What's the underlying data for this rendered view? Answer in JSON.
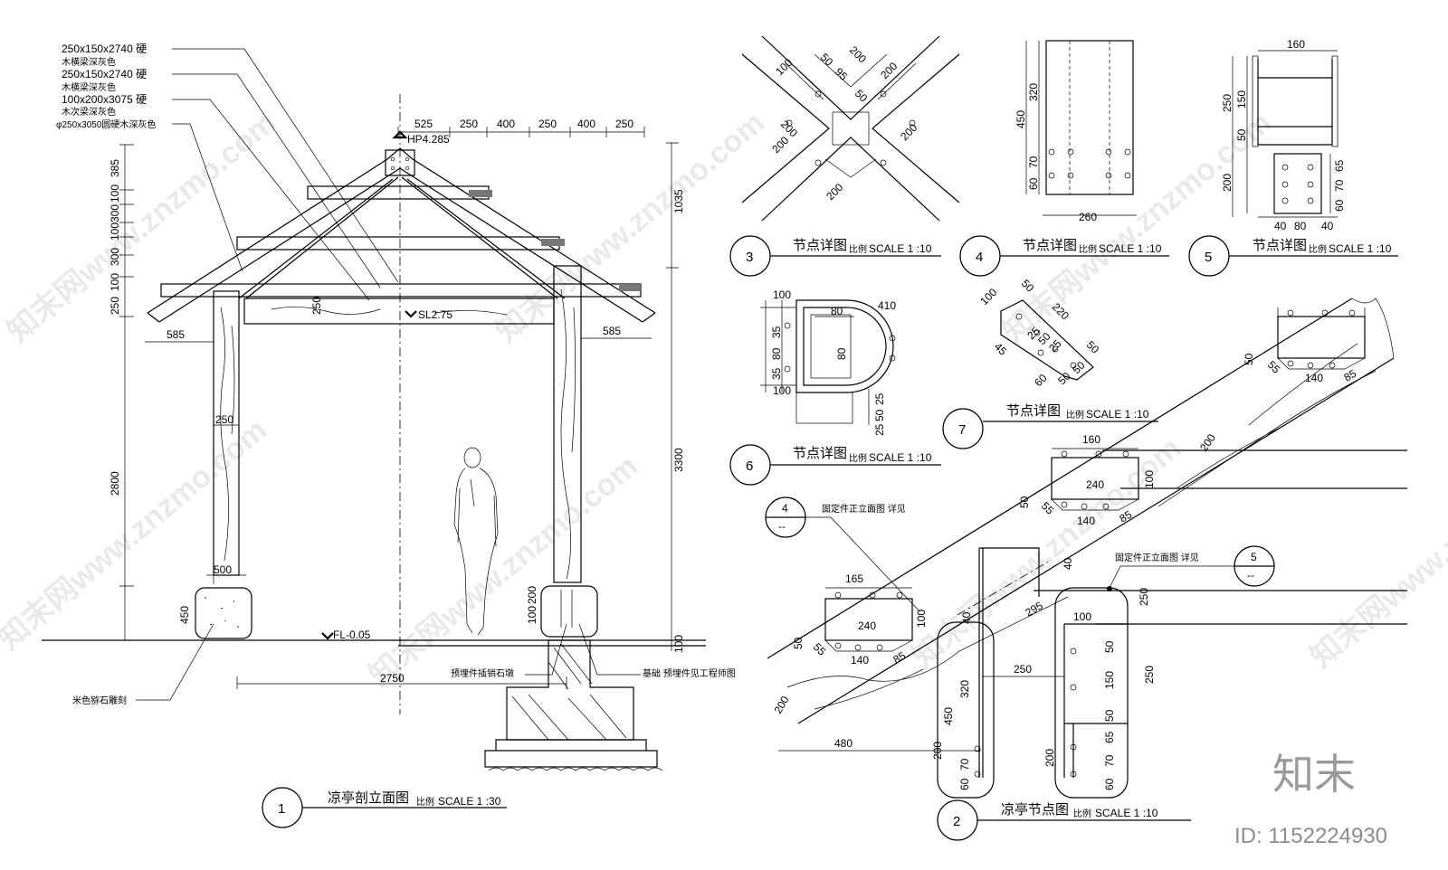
{
  "colors": {
    "line": "#000000",
    "watermark": "#cfcfcf",
    "brand": "#9a9a9a"
  },
  "watermarks": {
    "text": "知末网www.znzmo.com",
    "brand": "知末",
    "id_label": "ID: 1152224930"
  },
  "scale_label_prefix": "比例",
  "section": {
    "number": "1",
    "title": "凉亭剖立面图",
    "scale": "SCALE 1 :30",
    "materials": [
      {
        "size": "250x150x2740 硬",
        "desc": "木横梁深灰色"
      },
      {
        "size": "250x150x2740 硬",
        "desc": "木横梁深灰色"
      },
      {
        "size": "100x200x3075 硬",
        "desc": "木次梁深灰色"
      },
      {
        "size": "φ250x3050圆硬木深灰色",
        "desc": ""
      }
    ],
    "top_dims": [
      "525",
      "250",
      "400",
      "250",
      "400",
      "250"
    ],
    "left_dims": [
      "385",
      "100",
      "300",
      "100",
      "300",
      "100",
      "250",
      "2800",
      "450"
    ],
    "right_dims": [
      "1035",
      "3300",
      "100"
    ],
    "levels": {
      "top": "HP4.285",
      "beam": "SL2.75",
      "floor": "FL-0.05"
    },
    "labels": {
      "eave_l": "585",
      "eave_r": "585",
      "beam_h": "250",
      "post_w": "250",
      "base_w": "500",
      "span": "2750",
      "foot_a": "100",
      "foot_b": "200"
    },
    "notes": {
      "stone": "米色猕石雕刻",
      "pin": "预埋件插销石墩",
      "footing": "基础  预埋件见工程师图"
    }
  },
  "details": {
    "title": "节点详图",
    "scale": "SCALE 1 :10",
    "d3": {
      "number": "3",
      "dims": [
        "100",
        "50",
        "200",
        "95",
        "50",
        "200",
        "200",
        "200",
        "200",
        "200"
      ]
    },
    "d4": {
      "number": "4",
      "dims": [
        "450",
        "320",
        "70",
        "60",
        "260"
      ]
    },
    "d5": {
      "number": "5",
      "dims": [
        "160",
        "250",
        "150",
        "50",
        "200",
        "65",
        "70",
        "60",
        "40",
        "80",
        "40"
      ]
    },
    "d6": {
      "number": "6",
      "dims": [
        "100",
        "80",
        "410",
        "35",
        "80",
        "80",
        "35",
        "100",
        "25",
        "50",
        "25"
      ]
    },
    "d7": {
      "number": "7",
      "dims": [
        "100",
        "50",
        "220",
        "45",
        "25",
        "50",
        "25",
        "50",
        "60",
        "50",
        "50"
      ]
    }
  },
  "node": {
    "number": "2",
    "title": "凉亭节点图",
    "scale": "SCALE 1 :10",
    "ref4": {
      "num": "4",
      "note": "固定件正立面图  详见"
    },
    "ref5": {
      "num": "5",
      "note": "固定件正立面图  详见"
    },
    "dims": {
      "b1": [
        "50",
        "55",
        "140",
        "85"
      ],
      "b2": [
        "160",
        "240",
        "100",
        "50",
        "55",
        "140",
        "85"
      ],
      "b3": [
        "165",
        "240",
        "100",
        "50",
        "55",
        "140",
        "85"
      ],
      "misc": [
        "200",
        "200",
        "40",
        "295",
        "40",
        "250",
        "480",
        "250",
        "250",
        "100",
        "450",
        "320",
        "70",
        "60",
        "50",
        "150",
        "50",
        "65",
        "200",
        "70",
        "60",
        "200"
      ]
    }
  }
}
